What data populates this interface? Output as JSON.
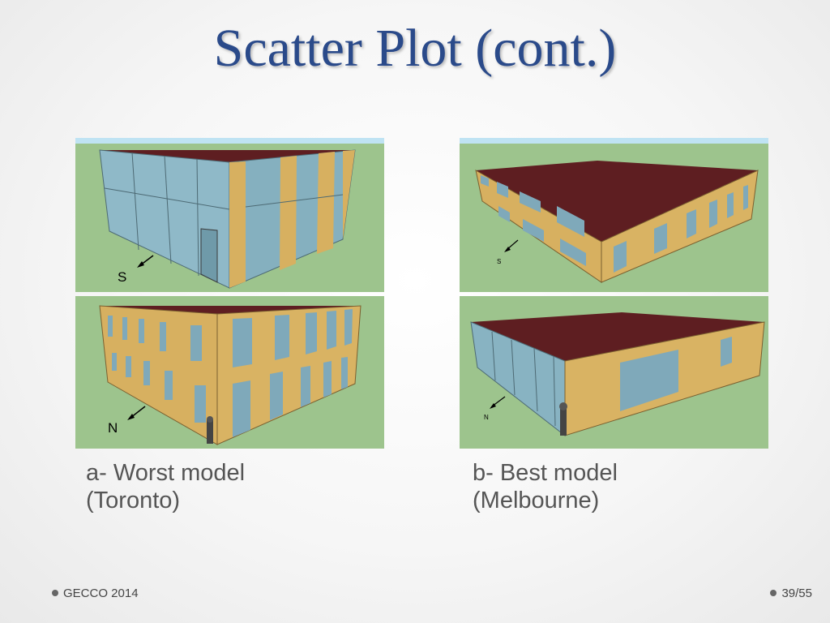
{
  "slide": {
    "title": "Scatter Plot (cont.)",
    "caption_a_line1": "a- Worst model",
    "caption_a_line2": "(Toronto)",
    "caption_b_line1": "b- Best model",
    "caption_b_line2": "(Melbourne)",
    "footer_left": "GECCO 2014",
    "footer_right": "39/55"
  },
  "images": {
    "a_top_direction": "S",
    "a_bottom_direction": "N",
    "b_top_direction": "S",
    "b_bottom_direction": "N"
  },
  "colors": {
    "title": "#2a4a8a",
    "grass": "#9dc48d",
    "sky": "#bfe3f3",
    "wall": "#d7b060",
    "roof": "#5e1e21",
    "glass": "#7fa9ba"
  }
}
